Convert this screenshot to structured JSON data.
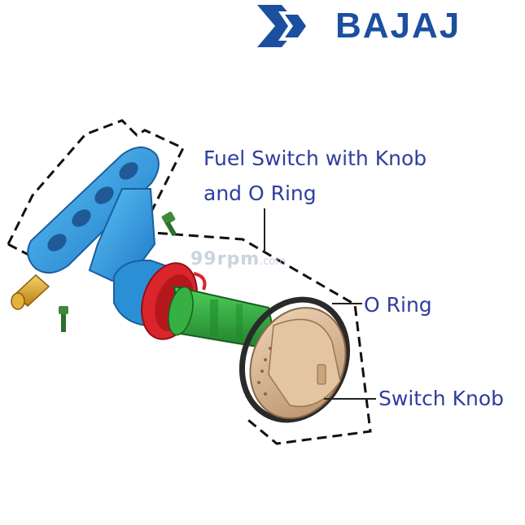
{
  "brand": {
    "name": "BAJAJ",
    "logo_icon": "bajaj-hexagon-logo-icon",
    "color": "#1b4fa0"
  },
  "watermark": {
    "main": "99rpm",
    "suffix": ".com"
  },
  "labels": {
    "fuel_switch_line1": "Fuel Switch with Knob",
    "fuel_switch_line2": "and O Ring",
    "o_ring": "O Ring",
    "switch_knob": "Switch Knob",
    "color": "#2f3e9e"
  },
  "part_colors": {
    "mount_plate": "#2e9be0",
    "nozzle": "#e0a82a",
    "screw": "#3f8a3a",
    "seal": "#d9252b",
    "valve_body": "#2ca23a",
    "o_ring": "#2a2a2a",
    "knob": "#d9b896"
  }
}
